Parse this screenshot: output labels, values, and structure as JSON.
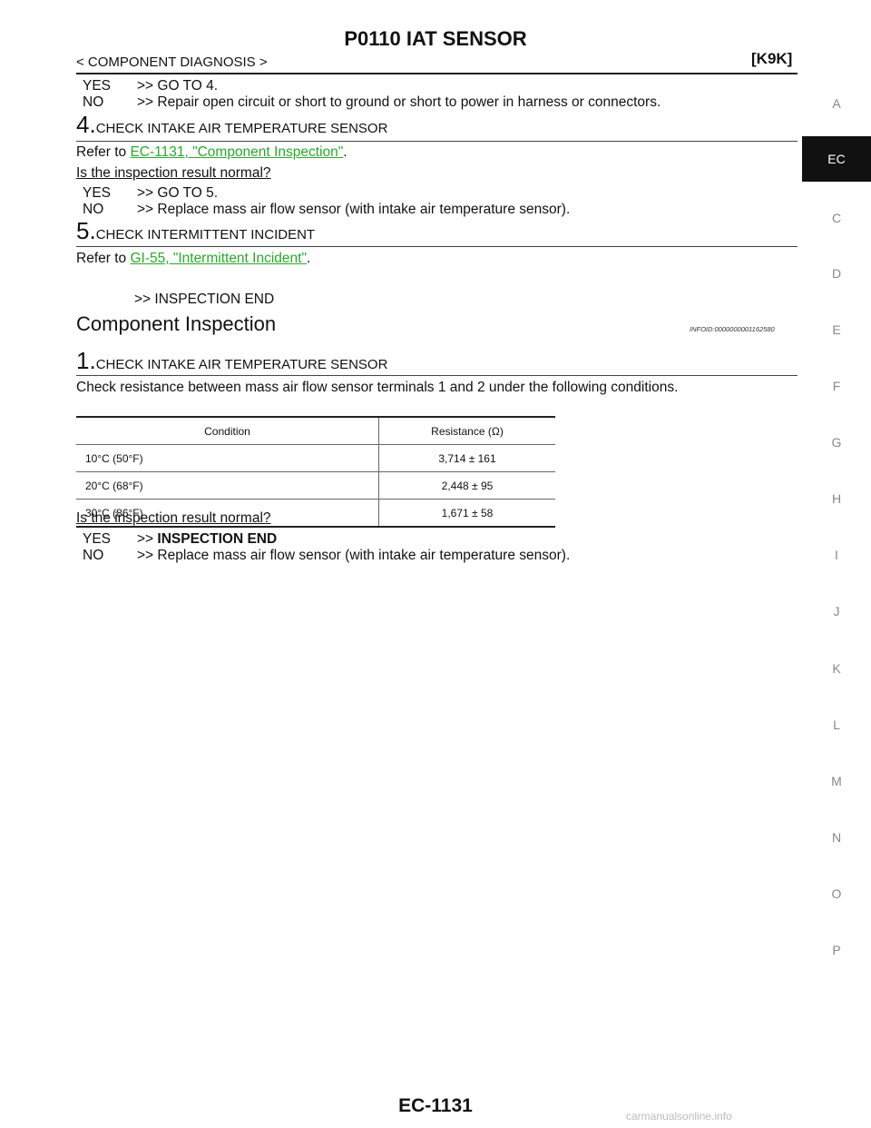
{
  "header": {
    "title": "P0110 IAT SENSOR",
    "breadcrumb": "< COMPONENT DIAGNOSIS >",
    "model": "[K9K]"
  },
  "step3_result": {
    "yes_label": "YES",
    "yes_text": ">> GO TO 4.",
    "no_label": "NO",
    "no_text": ">> Repair open circuit or short to ground or short to power in harness or connectors."
  },
  "step4": {
    "number": "4.",
    "heading": "CHECK INTAKE AIR TEMPERATURE SENSOR",
    "refer_prefix": "Refer to",
    "refer_link": "EC-1131, \"Component Inspection\"",
    "refer_suffix": ".",
    "question": "Is the inspection result normal?",
    "yes_label": "YES",
    "yes_text": ">> GO TO 5.",
    "no_label": "NO",
    "no_text": ">> Replace mass air flow sensor (with intake air temperature sensor)."
  },
  "step5": {
    "number": "5.",
    "heading": "CHECK INTERMITTENT INCIDENT",
    "refer_prefix": "Refer to",
    "refer_link": "GI-55, \"Intermittent Incident\"",
    "refer_suffix": ".",
    "end_text": ">> INSPECTION END"
  },
  "component_inspection": {
    "title": "Component Inspection",
    "infoid": "INFOID:0000000001162580",
    "step1_number": "1.",
    "step1_heading": "CHECK INTAKE AIR TEMPERATURE SENSOR",
    "instruction": "Check resistance between mass air flow sensor terminals 1 and 2 under the following conditions.",
    "table": {
      "headers": [
        "Condition",
        "Resistance (Ω)"
      ],
      "rows": [
        [
          "10°C (50°F)",
          "3,714 ± 161"
        ],
        [
          "20°C (68°F)",
          "2,448 ± 95"
        ],
        [
          "30°C (86°F)",
          "1,671 ± 58"
        ]
      ]
    },
    "question": "Is the inspection result normal?",
    "yes_label": "YES",
    "yes_arrow": ">>",
    "yes_text": "INSPECTION END",
    "no_label": "NO",
    "no_text": ">> Replace mass air flow sensor (with intake air temperature sensor)."
  },
  "side_index": {
    "items": [
      "A",
      "C",
      "D",
      "E",
      "F",
      "G",
      "H",
      "I",
      "J",
      "K",
      "L",
      "M",
      "N",
      "O",
      "P"
    ],
    "active": "EC"
  },
  "footer": {
    "page_number": "EC-1131",
    "watermark": "carmanualsonline.info"
  }
}
